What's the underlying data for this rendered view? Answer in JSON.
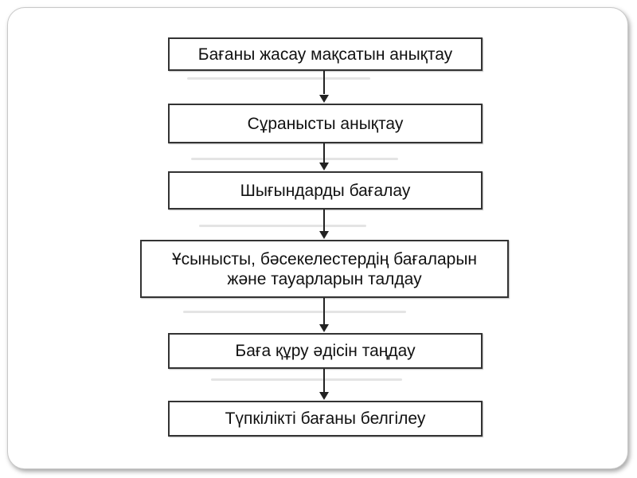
{
  "flowchart": {
    "steps": [
      {
        "lines": [
          "Бағаны жасау мақсатын анықтау"
        ]
      },
      {
        "lines": [
          "Сұранысты анықтау"
        ]
      },
      {
        "lines": [
          "Шығындарды бағалау"
        ]
      },
      {
        "lines": [
          "Ұсынысты, бәсекелестердің бағаларын",
          "және тауарларын талдау"
        ]
      },
      {
        "lines": [
          "Баға құру әдісін таңдау"
        ]
      },
      {
        "lines": [
          "Түпкілікті бағаны белгілеу"
        ]
      }
    ]
  }
}
